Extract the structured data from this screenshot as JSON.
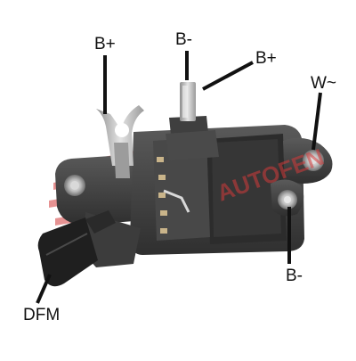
{
  "labels": {
    "b_plus_left": "B+",
    "b_minus_top": "B-",
    "b_plus_right": "B+",
    "w_terminal": "W~",
    "b_minus_bottom": "B-",
    "dfm": "DFM"
  },
  "watermark": {
    "brand_text": "AUTOFEN"
  },
  "colors": {
    "body_dark": "#3b3b3b",
    "metal": "#bdbdbd",
    "watermark_red": "#d23a3a",
    "leader_line": "#111111"
  }
}
